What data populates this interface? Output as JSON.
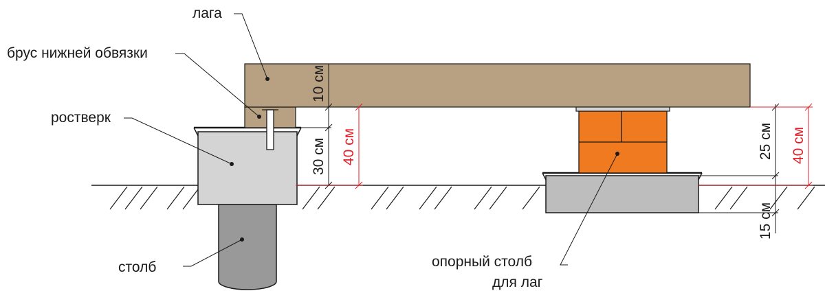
{
  "labels": {
    "laga": "лага",
    "brus": "брус нижней обвязки",
    "rostverk": "ростверк",
    "stolb": "столб",
    "opor_line1": "опорный столб",
    "opor_line2": "для лаг"
  },
  "dimensions": {
    "laga_thickness": "10 см",
    "left_height": "30 см",
    "left_total": "40 см",
    "right_pillar": "25 см",
    "right_total": "40 см",
    "right_depth": "15 см"
  },
  "colors": {
    "wood": "#b8a183",
    "concrete": "#d4d4d4",
    "pillar": "#999999",
    "brick": "#f07a20",
    "slab": "#bdbdbd",
    "dimension_red": "#e3202a",
    "ink": "#1a1a1a"
  }
}
